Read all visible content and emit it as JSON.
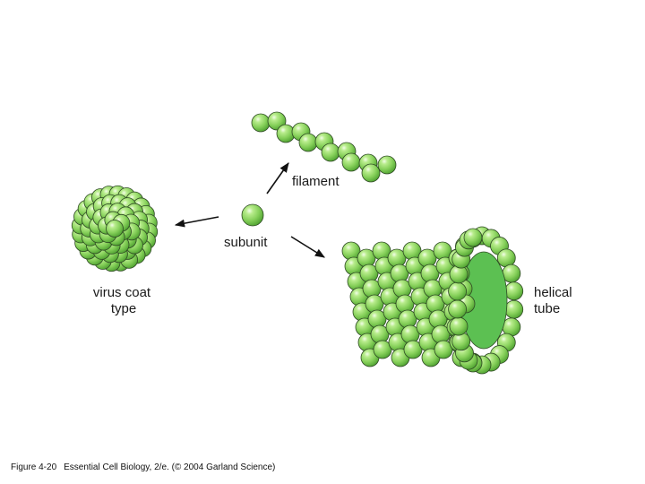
{
  "labels": {
    "filament": "filament",
    "subunit": "subunit",
    "virus_coat_line1": "virus coat",
    "virus_coat_line2": "type",
    "helical_line1": "helical",
    "helical_line2": "tube"
  },
  "caption": {
    "figure": "Figure 4-20",
    "text": "Essential Cell Biology, 2/e. (© 2004 Garland Science)"
  },
  "colors": {
    "subunit_fill": "#8fd65a",
    "subunit_dark": "#3f9a2c",
    "subunit_light": "#e9fbd8",
    "tube_interior": "#5cc052",
    "outline": "#2f4a24",
    "arrow": "#111111"
  }
}
